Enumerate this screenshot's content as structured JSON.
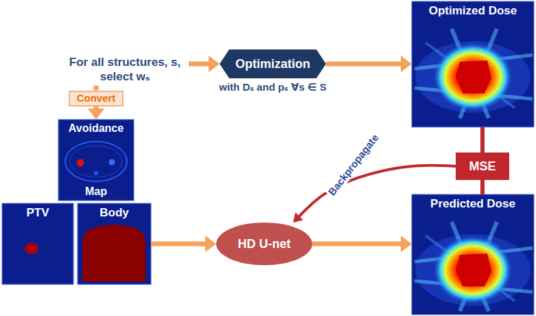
{
  "diagram": {
    "nodes": [
      {
        "text": [
          "For all structures, s, select wₛ"
        ]
      },
      {
        "text": [
          "Optimization",
          "with Dₛ and pₛ ∀s ∈ S"
        ]
      },
      {
        "text": [
          "Optimized Dose"
        ]
      },
      {
        "text": [
          "Convert"
        ]
      },
      {
        "text": [
          "Avoidance",
          "Map"
        ]
      },
      {
        "text": [
          "MSE"
        ]
      },
      {
        "text": [
          "PTV"
        ]
      },
      {
        "text": [
          "Body"
        ]
      },
      {
        "text": [
          "HD U-net"
        ]
      },
      {
        "text": [
          "Predicted Dose"
        ]
      }
    ],
    "edges": [
      {
        "from": 0,
        "to": 1,
        "arrow": "to"
      },
      {
        "from": 0,
        "to": 3,
        "arrow": "none"
      },
      {
        "from": 3,
        "to": 4,
        "arrow": "to"
      },
      {
        "from": 1,
        "to": 2,
        "arrow": "to"
      },
      {
        "from": 2,
        "to": 5,
        "arrow": "none"
      },
      {
        "from": 5,
        "to": 9,
        "arrow": "none"
      },
      {
        "from": 5,
        "to": 8,
        "label": "Backpropagate",
        "arrow": "to"
      },
      {
        "from": 7,
        "to": 8,
        "arrow": "to"
      },
      {
        "from": 8,
        "to": 9,
        "arrow": "to"
      }
    ]
  }
}
